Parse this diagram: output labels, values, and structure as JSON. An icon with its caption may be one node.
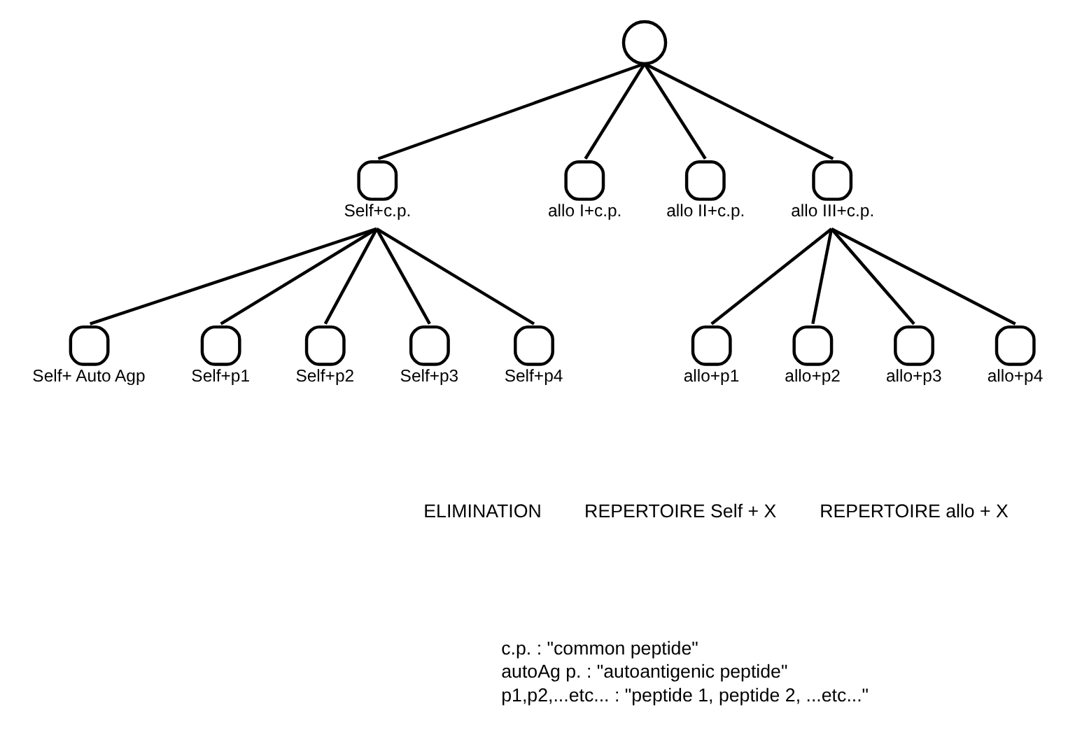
{
  "diagram": {
    "nodes": [
      {
        "text": [],
        "shape": "circle"
      },
      {
        "text": [
          "Self+c.p."
        ]
      },
      {
        "text": [
          "allo I+c.p."
        ]
      },
      {
        "text": [
          "allo II+c.p."
        ]
      },
      {
        "text": [
          "allo III+c.p."
        ]
      },
      {
        "text": [
          "Self+ Auto Agp"
        ]
      },
      {
        "text": [
          "Self+p1"
        ]
      },
      {
        "text": [
          "Self+p2"
        ]
      },
      {
        "text": [
          "Self+p3"
        ]
      },
      {
        "text": [
          "Self+p4"
        ]
      },
      {
        "text": [
          "allo+p1"
        ]
      },
      {
        "text": [
          "allo+p2"
        ]
      },
      {
        "text": [
          "allo+p3"
        ]
      },
      {
        "text": [
          "allo+p4"
        ]
      }
    ],
    "edges": [
      {
        "from": 0,
        "to": 1,
        "arrow": "none"
      },
      {
        "from": 0,
        "to": 2,
        "arrow": "none"
      },
      {
        "from": 0,
        "to": 3,
        "arrow": "none"
      },
      {
        "from": 0,
        "to": 4,
        "arrow": "none"
      },
      {
        "from": 1,
        "to": 5,
        "arrow": "none"
      },
      {
        "from": 1,
        "to": 6,
        "arrow": "none"
      },
      {
        "from": 1,
        "to": 7,
        "arrow": "none"
      },
      {
        "from": 1,
        "to": 8,
        "arrow": "none"
      },
      {
        "from": 1,
        "to": 9,
        "arrow": "none"
      },
      {
        "from": 4,
        "to": 10,
        "arrow": "none"
      },
      {
        "from": 4,
        "to": 11,
        "arrow": "none"
      },
      {
        "from": 4,
        "to": 12,
        "arrow": "none"
      },
      {
        "from": 4,
        "to": 13,
        "arrow": "none"
      }
    ],
    "labels": [
      "ELIMINATION",
      "REPERTOIRE Self + X",
      "REPERTOIRE allo + X",
      "c.p. : \"common peptide\"",
      "autoAg p. : \"autoantigenic peptide\"",
      "p1,p2,...etc... : \"peptide 1, peptide 2, ...etc...\""
    ]
  }
}
